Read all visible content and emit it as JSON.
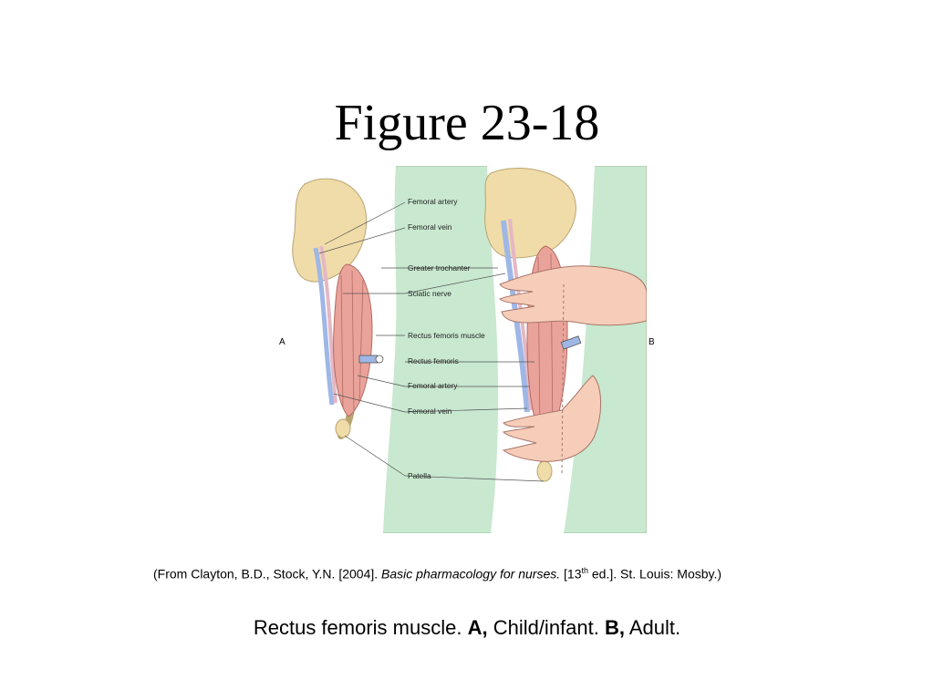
{
  "title": "Figure 23-18",
  "figure": {
    "panel_a_label": "A",
    "panel_b_label": "B",
    "labels": [
      "Femoral artery",
      "Femoral vein",
      "Greater trochanter",
      "Sciatic nerve",
      "Rectus femoris muscle",
      "Rectus femoris",
      "Femoral artery",
      "Femoral vein",
      "Patella"
    ]
  },
  "citation": {
    "prefix": "(From Clayton, B.D., Stock, Y.N. [2004]. ",
    "book": "Basic pharmacology for nurses.",
    "edition_pre": " [13",
    "edition_sup": "th",
    "suffix": " ed.]. St. Louis: Mosby.)"
  },
  "caption": {
    "lead": "Rectus femoris muscle. ",
    "a_bold": "A,",
    "a_text": " Child/infant. ",
    "b_bold": "B,",
    "b_text": " Adult."
  },
  "colors": {
    "background_green": "#c8e8cf",
    "skin": "#ffffff",
    "bone": "#f0dca8",
    "muscle": "#e9a39a",
    "artery": "#e5b7c4",
    "vein": "#9eb7e6",
    "hand": "#f6cdb8"
  }
}
